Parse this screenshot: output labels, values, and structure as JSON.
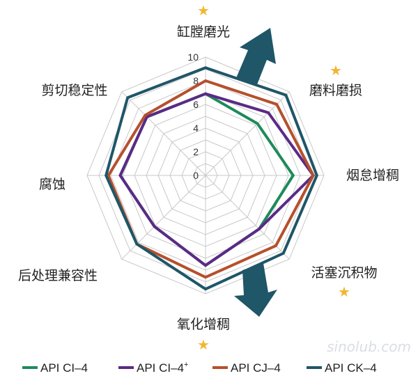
{
  "chart_data": {
    "type": "radar",
    "title": "",
    "axes": [
      "缸膛磨光",
      "磨料磨损",
      "烟怠增稠",
      "活塞沉积物",
      "氧化增稠",
      "后处理兼容性",
      "腐蚀",
      "剪切稳定性"
    ],
    "starred_axes": [
      "缸膛磨光",
      "磨料磨损",
      "活塞沉积物",
      "氧化增稠"
    ],
    "ticks": [
      "0",
      "2",
      "4",
      "6",
      "8",
      "10"
    ],
    "range": [
      0,
      10
    ],
    "grid": true,
    "legend_position": "bottom",
    "series": [
      {
        "name": "API CI–4",
        "sup": "",
        "color": "#1e8a5a",
        "values": [
          6.9,
          6.2,
          7.4,
          6.4,
          7.6,
          6.1,
          7.2,
          7.0
        ]
      },
      {
        "name": "API CI–4",
        "sup": "+",
        "color": "#5b2a86",
        "values": [
          6.9,
          7.5,
          9.1,
          6.4,
          7.6,
          6.1,
          7.2,
          7.0
        ]
      },
      {
        "name": "API CJ–4",
        "sup": "",
        "color": "#b5502c",
        "values": [
          8.0,
          8.5,
          9.1,
          8.4,
          8.6,
          8.2,
          8.2,
          7.2
        ]
      },
      {
        "name": "API CK–4",
        "sup": "",
        "color": "#1f5668",
        "values": [
          9.1,
          9.6,
          9.4,
          9.3,
          9.6,
          8.2,
          8.4,
          9.3
        ]
      }
    ]
  },
  "star_symbol": "★",
  "watermark": "sinolub.com"
}
